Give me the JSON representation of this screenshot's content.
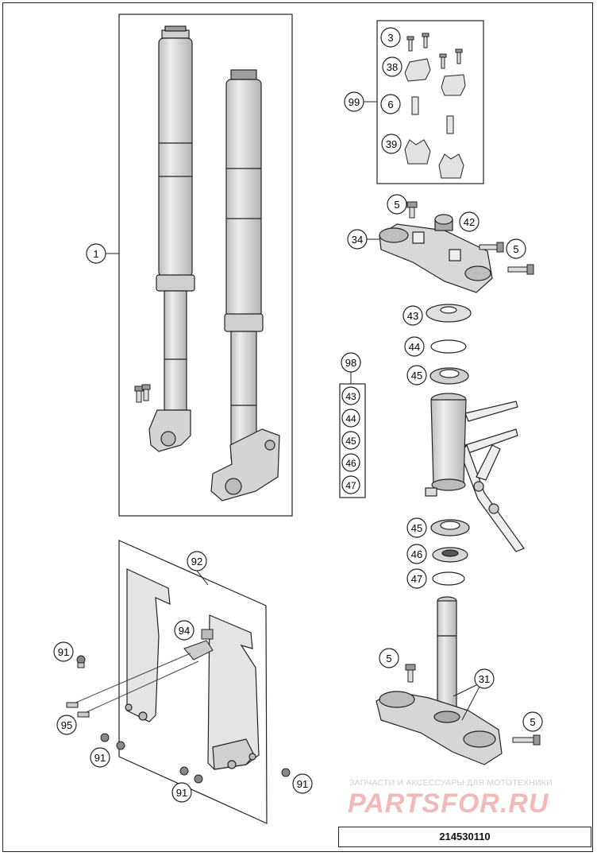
{
  "callouts": {
    "c1": "1",
    "c3": "3",
    "c38": "38",
    "c99": "99",
    "c6": "6",
    "c39": "39",
    "c5a": "5",
    "c42": "42",
    "c34": "34",
    "c5b": "5",
    "c43": "43",
    "c44": "44",
    "c45a": "45",
    "c98": "98",
    "c98_list": [
      "43",
      "44",
      "45",
      "46",
      "47"
    ],
    "c45b": "45",
    "c46": "46",
    "c47": "47",
    "c92": "92",
    "c94": "94",
    "c91a": "91",
    "c95": "95",
    "c91b": "91",
    "c91c": "91",
    "c91d": "91",
    "c5c": "5",
    "c31": "31",
    "c5d": "5"
  },
  "watermark": {
    "tagline": "ЗАПЧАСТИ И АКСЕССУАРЫ ДЛЯ МОТОТЕХНИКИ",
    "brand": "PARTSFOR.RU"
  },
  "drawing_number": "214530110",
  "colors": {
    "line": "#1a1a1a",
    "part_fill": "#dedede",
    "part_dark": "#9a9a9a",
    "watermark_red": "#f2b9b9",
    "watermark_grey": "#cfcfcf"
  }
}
